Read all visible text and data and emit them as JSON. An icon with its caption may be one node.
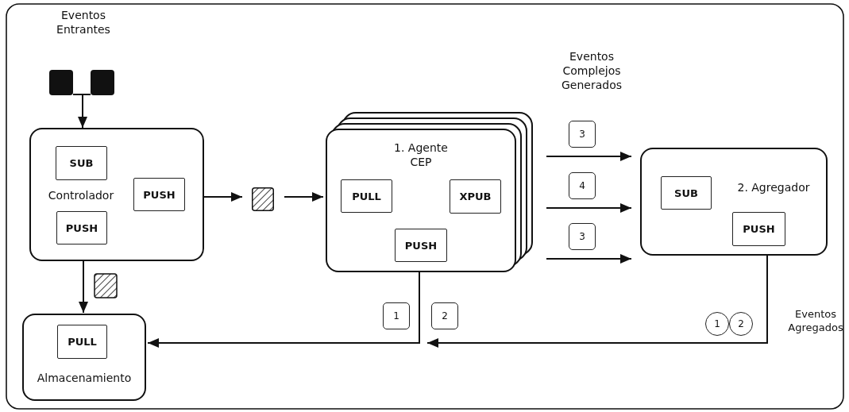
{
  "diagram": {
    "nodes": [
      {
        "text": [],
        "shape": "box"
      },
      {
        "text": [],
        "shape": "box"
      },
      {
        "text": [
          "Controlador"
        ]
      },
      {
        "text": [
          "SUB"
        ],
        "in": 2
      },
      {
        "text": [
          "PUSH"
        ],
        "in": 2
      },
      {
        "text": [
          "PUSH"
        ],
        "in": 2
      },
      {
        "text": [],
        "shape": "box"
      },
      {
        "text": [
          "1. Agente CEP"
        ]
      },
      {
        "text": [
          "PULL"
        ],
        "in": 7
      },
      {
        "text": [
          "XPUB"
        ],
        "in": 7
      },
      {
        "text": [
          "PUSH"
        ],
        "in": 7
      },
      {
        "text": [
          "2. Agregador"
        ]
      },
      {
        "text": [
          "SUB"
        ],
        "in": 11
      },
      {
        "text": [
          "PUSH"
        ],
        "in": 11
      },
      {
        "text": [
          "Almacenamiento"
        ]
      },
      {
        "text": [
          "PULL"
        ],
        "in": 14
      }
    ],
    "edges": [
      {
        "from": 0,
        "to": 2,
        "arrow": "to"
      },
      {
        "from": 1,
        "to": 2,
        "arrow": "to"
      },
      {
        "from": 2,
        "to": 6,
        "arrow": "to"
      },
      {
        "from": 6,
        "to": 7,
        "arrow": "to"
      },
      {
        "from": 7,
        "to": 11,
        "arrow": "to",
        "label": "3"
      },
      {
        "from": 7,
        "to": 11,
        "arrow": "to",
        "label": "4"
      },
      {
        "from": 7,
        "to": 11,
        "arrow": "to",
        "label": "3"
      },
      {
        "from": 2,
        "to": 14,
        "arrow": "to"
      },
      {
        "from": 7,
        "to": 14,
        "arrow": "to",
        "label": "1"
      },
      {
        "from": 11,
        "to": null,
        "arrow": "to",
        "label": "2"
      }
    ],
    "labels": [
      "Eventos Entrantes",
      "Eventos Complejos Generados",
      "1",
      "2",
      "Eventos Agregados"
    ]
  }
}
